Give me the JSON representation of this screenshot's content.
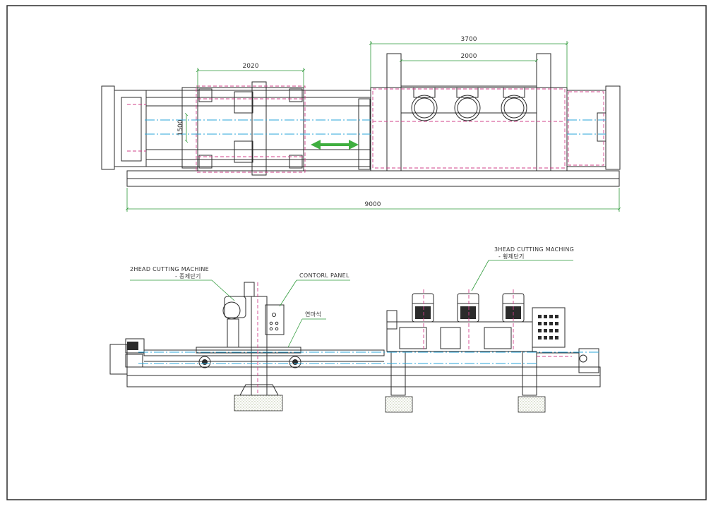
{
  "colors": {
    "outline": "#2b2b2b",
    "hidden": "#d0408a",
    "centerline": "#2aa6d8",
    "dimension": "#2e9a3a",
    "arrow": "#3fae3f",
    "grout": "#8a9a6a"
  },
  "top_view": {
    "dim_2020": "2020",
    "dim_3700": "3700",
    "dim_2000": "2000",
    "dim_1500": "1500",
    "dim_9000": "9000"
  },
  "side_view": {
    "two_head": {
      "title": "2HEAD CUTTING MACHINE",
      "subtitle": "-  종제단기"
    },
    "control_panel": "CONTORL PANEL",
    "grinder": "연마석",
    "three_head": {
      "title": "3HEAD CUTTING MACHING",
      "subtitle": "-  횡제단기"
    }
  },
  "icons": {
    "double_arrow": "double-arrow-icon"
  }
}
